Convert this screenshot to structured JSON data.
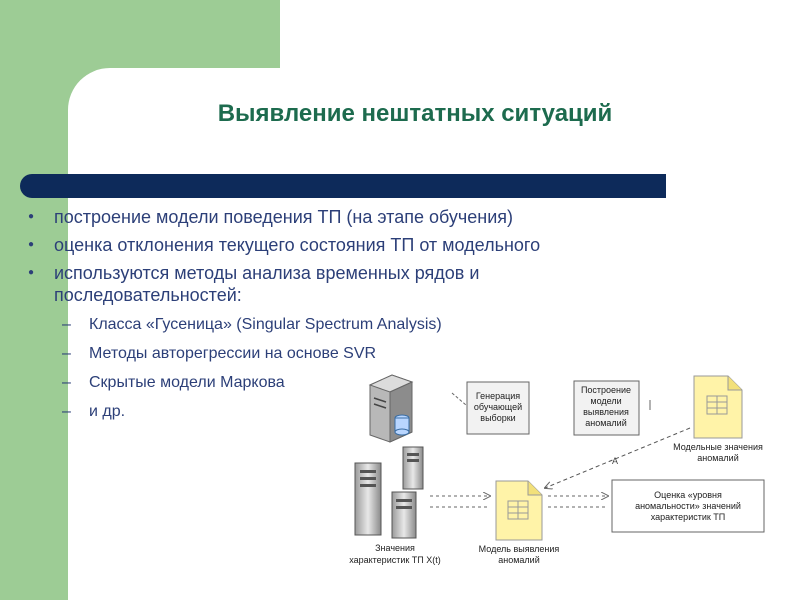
{
  "slide": {
    "title": "Выявление нештатных ситуаций",
    "bullets": [
      "построение модели поведения ТП (на этапе обучения)",
      "оценка отклонения текущего состояния ТП от модельного",
      "используются методы анализа временных рядов и последовательностей:"
    ],
    "sub_bullets": [
      "Класса «Гусеница» (Singular Spectrum Analysis)",
      "Методы авторегрессии на основе SVR",
      "Скрытые модели Маркова",
      "и др."
    ]
  },
  "diagram": {
    "box_generation": [
      "Генерация",
      "обучающей",
      "выборки"
    ],
    "box_build": [
      "Построение",
      "модели",
      "выявления",
      "аномалий"
    ],
    "doc_model_values": [
      "Модельные значения",
      "аномалий"
    ],
    "box_assessment": [
      "Оценка «уровня",
      "аномальности» значений",
      "характеристик ТП"
    ],
    "label_values": [
      "Значения",
      "характеристик ТП X(t)"
    ],
    "label_model": [
      "Модель выявления",
      "аномалий"
    ]
  },
  "colors": {
    "green": "#9dcc95",
    "navy_bar": "#0d2a5a",
    "title": "#1d6b4e",
    "text": "#2c3f78",
    "doc_fill": "#fff3a8"
  }
}
